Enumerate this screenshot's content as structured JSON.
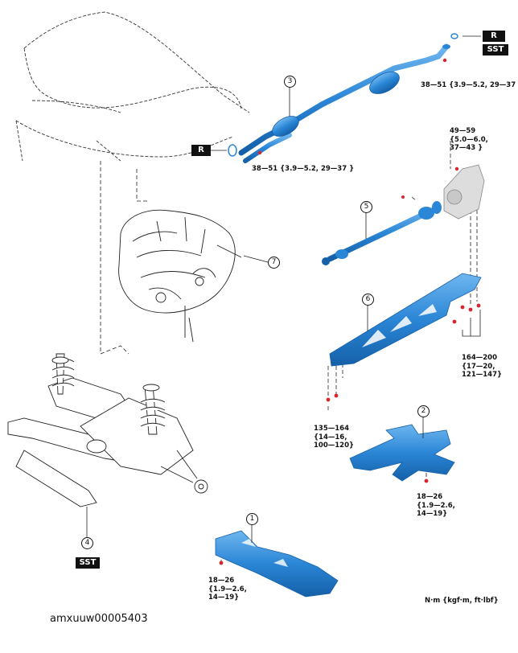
{
  "symbols": {
    "r": "R",
    "sst": "SST"
  },
  "callouts": {
    "c1": "1",
    "c2": "2",
    "c3": "3",
    "c4": "4",
    "c5": "5",
    "c6": "6",
    "c7": "7"
  },
  "torques": {
    "exhaust_rear": "38—51 {3.9—5.2, 29—37 }",
    "exhaust_front": "38—51 {3.9—5.2, 29—37 }",
    "pp_diff": [
      "49—59",
      "{5.0—6.0,",
      "37—43 }"
    ],
    "pp_frame": [
      "164—200",
      "{17—20,",
      "121—147}"
    ],
    "pp_front": [
      "135—164",
      "{14—16,",
      "100—120}"
    ],
    "brace2": [
      "18—26",
      "{1.9—2.6,",
      "14—19}"
    ],
    "brace1": [
      "18—26",
      "{1.9—2.6,",
      "14—19}"
    ]
  },
  "unit_note": "N·m {kgf·m, ft·lbf}",
  "figure_code": "amxuuw00005403",
  "colors": {
    "part_blue": "#2a86d6",
    "part_dark": "#1560a8",
    "bolt_red": "#d8262c",
    "line": "#222222"
  }
}
